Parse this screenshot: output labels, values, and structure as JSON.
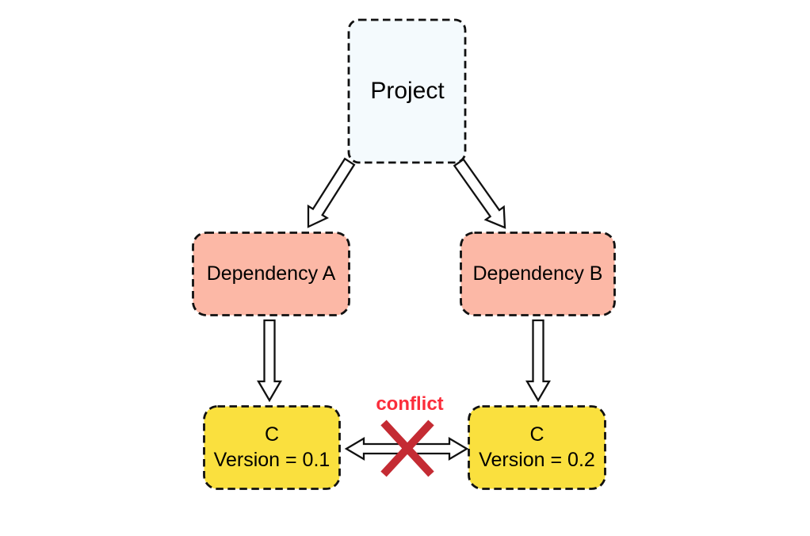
{
  "diagram": {
    "background": "#FFFFFF",
    "stroke_color": "#111111",
    "nodes": {
      "project": {
        "label": "Project",
        "fill": "#F4FAFD"
      },
      "dep_a": {
        "label": "Dependency A",
        "fill": "#FCB8A6"
      },
      "dep_b": {
        "label": "Dependency B",
        "fill": "#FCB8A6"
      },
      "c_v01": {
        "label": "C",
        "sublabel": "Version = 0.1",
        "fill": "#FAE03E"
      },
      "c_v02": {
        "label": "C",
        "sublabel": "Version = 0.2",
        "fill": "#FAE03E"
      }
    },
    "edges": [
      {
        "from": "Project",
        "to": "Dependency A",
        "style": "hollow-arrow"
      },
      {
        "from": "Project",
        "to": "Dependency B",
        "style": "hollow-arrow"
      },
      {
        "from": "Dependency A",
        "to": "C Version = 0.1",
        "style": "hollow-arrow"
      },
      {
        "from": "Dependency B",
        "to": "C Version = 0.2",
        "style": "hollow-arrow"
      },
      {
        "from": "C Version = 0.1",
        "to": "C Version = 0.2",
        "style": "hollow-double-arrow",
        "status": "conflict"
      }
    ],
    "conflict": {
      "label": "conflict",
      "label_color": "#FB2D3B",
      "cross_color": "#C42B33"
    }
  }
}
